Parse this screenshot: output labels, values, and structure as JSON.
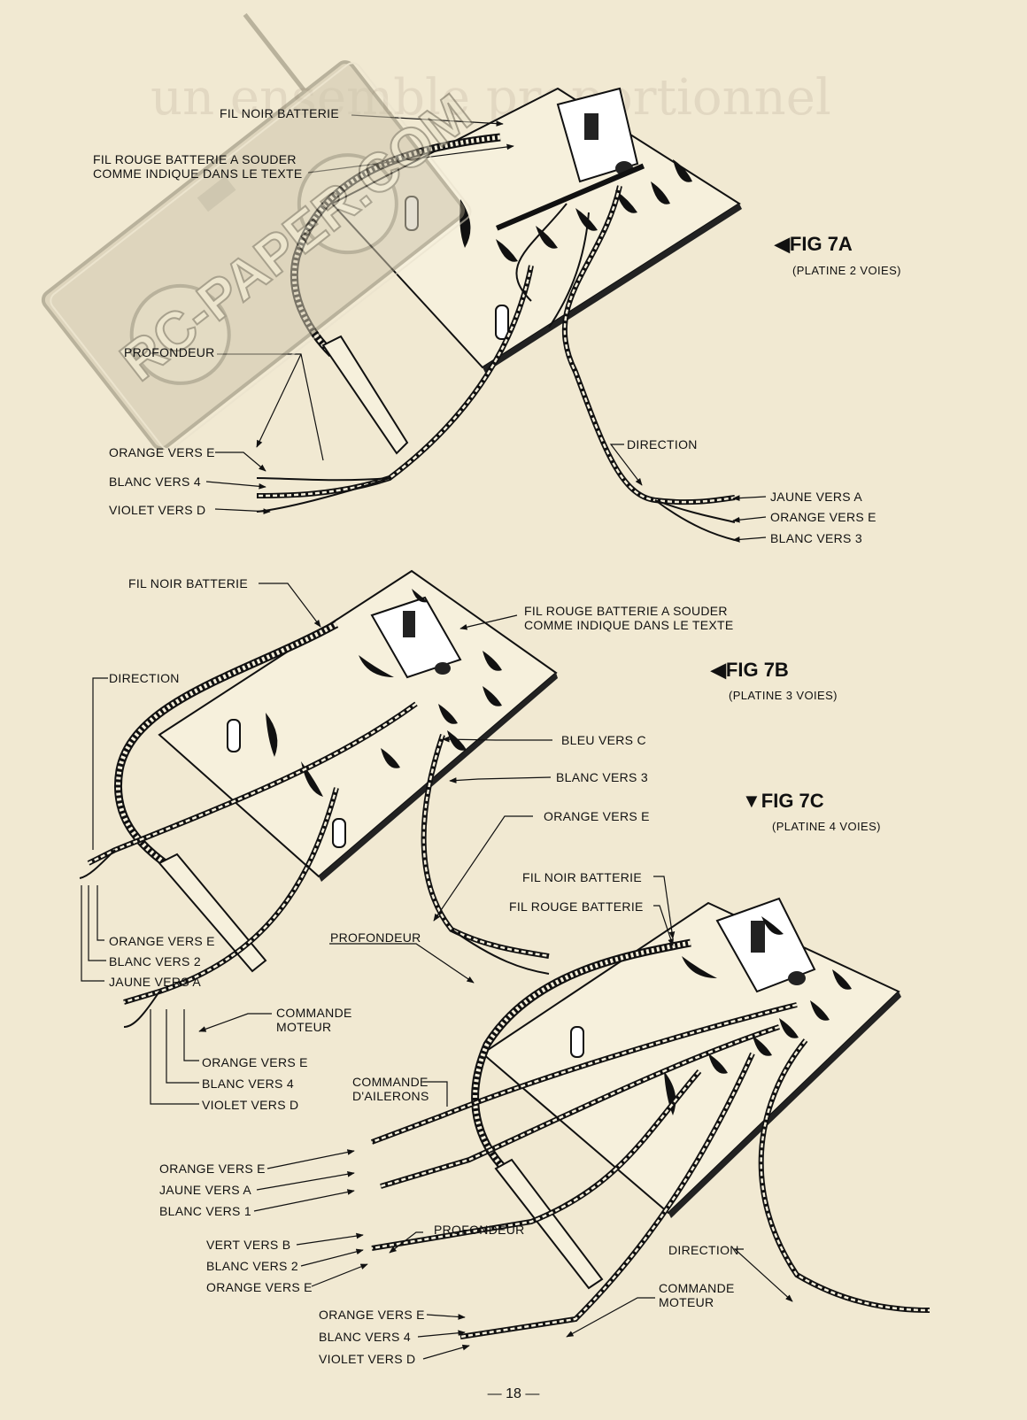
{
  "watermark": {
    "text": "RC-PAPER.COM"
  },
  "figures": [
    {
      "id": "7A",
      "title": "FIG 7A",
      "subtitle": "(PLATINE 2 VOIES)",
      "labels": {
        "noir": "FIL NOIR BATTERIE",
        "rouge": "FIL ROUGE BATTERIE A SOUDER\nCOMME INDIQUE DANS LE TEXTE",
        "profondeur": "PROFONDEUR",
        "orange_e": "ORANGE VERS E",
        "blanc_4": "BLANC VERS 4",
        "violet_d": "VIOLET VERS D",
        "direction": "DIRECTION",
        "jaune_a": "JAUNE VERS A",
        "orange_e2": "ORANGE VERS E",
        "blanc_3": "BLANC VERS 3"
      }
    },
    {
      "id": "7B",
      "title": "FIG 7B",
      "subtitle": "(PLATINE 3 VOIES)",
      "labels": {
        "noir": "FIL NOIR BATTERIE",
        "rouge": "FIL ROUGE BATTERIE A SOUDER\nCOMME INDIQUE DANS LE TEXTE",
        "direction": "DIRECTION",
        "bleu_c": "BLEU VERS C",
        "blanc_3": "BLANC VERS 3",
        "orange_e": "ORANGE VERS E",
        "orange_e2": "ORANGE VERS E",
        "blanc_2": "BLANC VERS 2",
        "jaune_a": "JAUNE VERS A",
        "profondeur": "PROFONDEUR",
        "commande_moteur": "COMMANDE\nMOTEUR",
        "orange_e3": "ORANGE VERS E",
        "blanc_4": "BLANC VERS 4",
        "violet_d": "VIOLET VERS D"
      }
    },
    {
      "id": "7C",
      "title": "FIG 7C",
      "subtitle": "(PLATINE 4 VOIES)",
      "labels": {
        "noir": "FIL NOIR BATTERIE",
        "rouge": "FIL ROUGE BATTERIE",
        "ailerons": "COMMANDE\nD'AILERONS",
        "orange_e": "ORANGE VERS E",
        "jaune_a": "JAUNE VERS A",
        "blanc_1": "BLANC VERS 1",
        "vert_b": "VERT VERS B",
        "blanc_2": "BLANC VERS 2",
        "orange_e2": "ORANGE VERS E",
        "profondeur": "PROFONDEUR",
        "direction": "DIRECTION",
        "commande_moteur": "COMMANDE\nMOTEUR",
        "orange_e3": "ORANGE VERS E",
        "blanc_4": "BLANC VERS 4",
        "violet_d": "VIOLET VERS D"
      }
    }
  ],
  "page_number": "— 18 —"
}
